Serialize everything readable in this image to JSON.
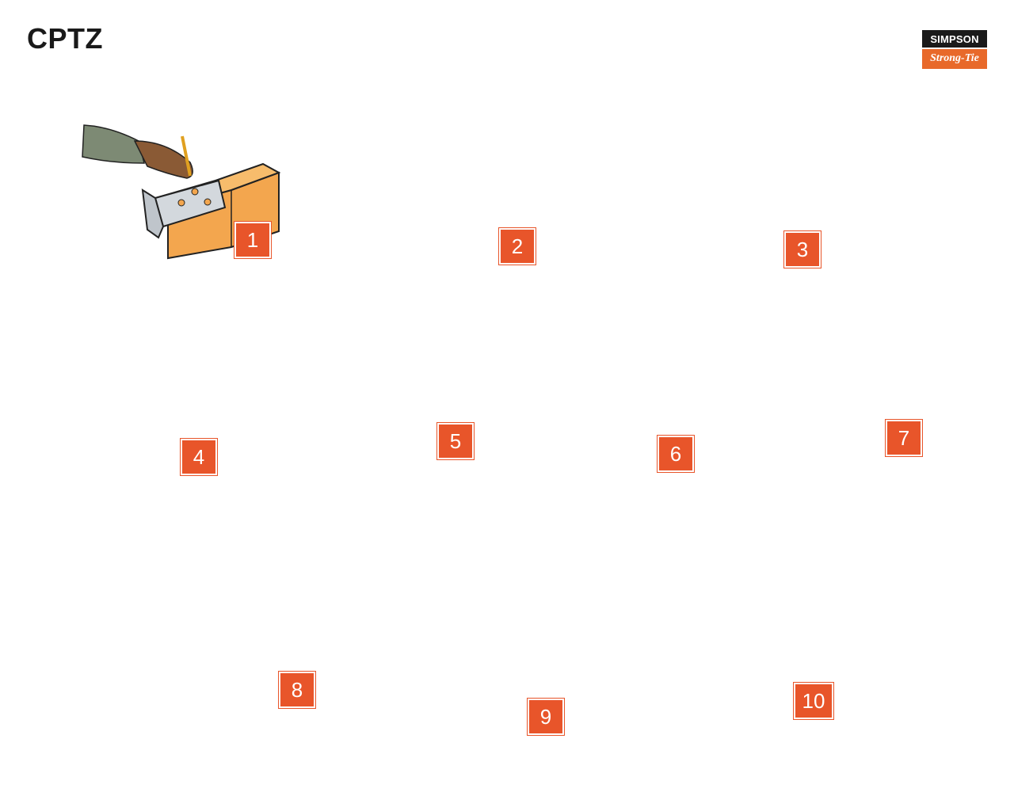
{
  "title": "CPTZ",
  "logo": {
    "top": "SIMPSON",
    "bottom": "Strong-Tie"
  },
  "colors": {
    "accent": "#e8552a",
    "wood": "#f1a54c",
    "concrete": "#efefef",
    "steel": "#c9ced3"
  },
  "steps": [
    {
      "label": "1",
      "icon": "mark-post-icon"
    },
    {
      "label": "2",
      "icon": "drill-post-icon"
    },
    {
      "label": "3",
      "icon": "saw-slot-icon"
    },
    {
      "label": "4",
      "icon": "mark-concrete-icon"
    },
    {
      "label": "5",
      "icon": "drill-concrete-icon"
    },
    {
      "label": "6",
      "icon": "clean-hole-icon"
    },
    {
      "label": "7",
      "icon": "set-anchors-icon"
    },
    {
      "label": "8",
      "icon": "install-base-icon"
    },
    {
      "label": "9",
      "icon": "place-post-icon"
    },
    {
      "label": "10",
      "icon": "fasten-pins-icon"
    }
  ]
}
